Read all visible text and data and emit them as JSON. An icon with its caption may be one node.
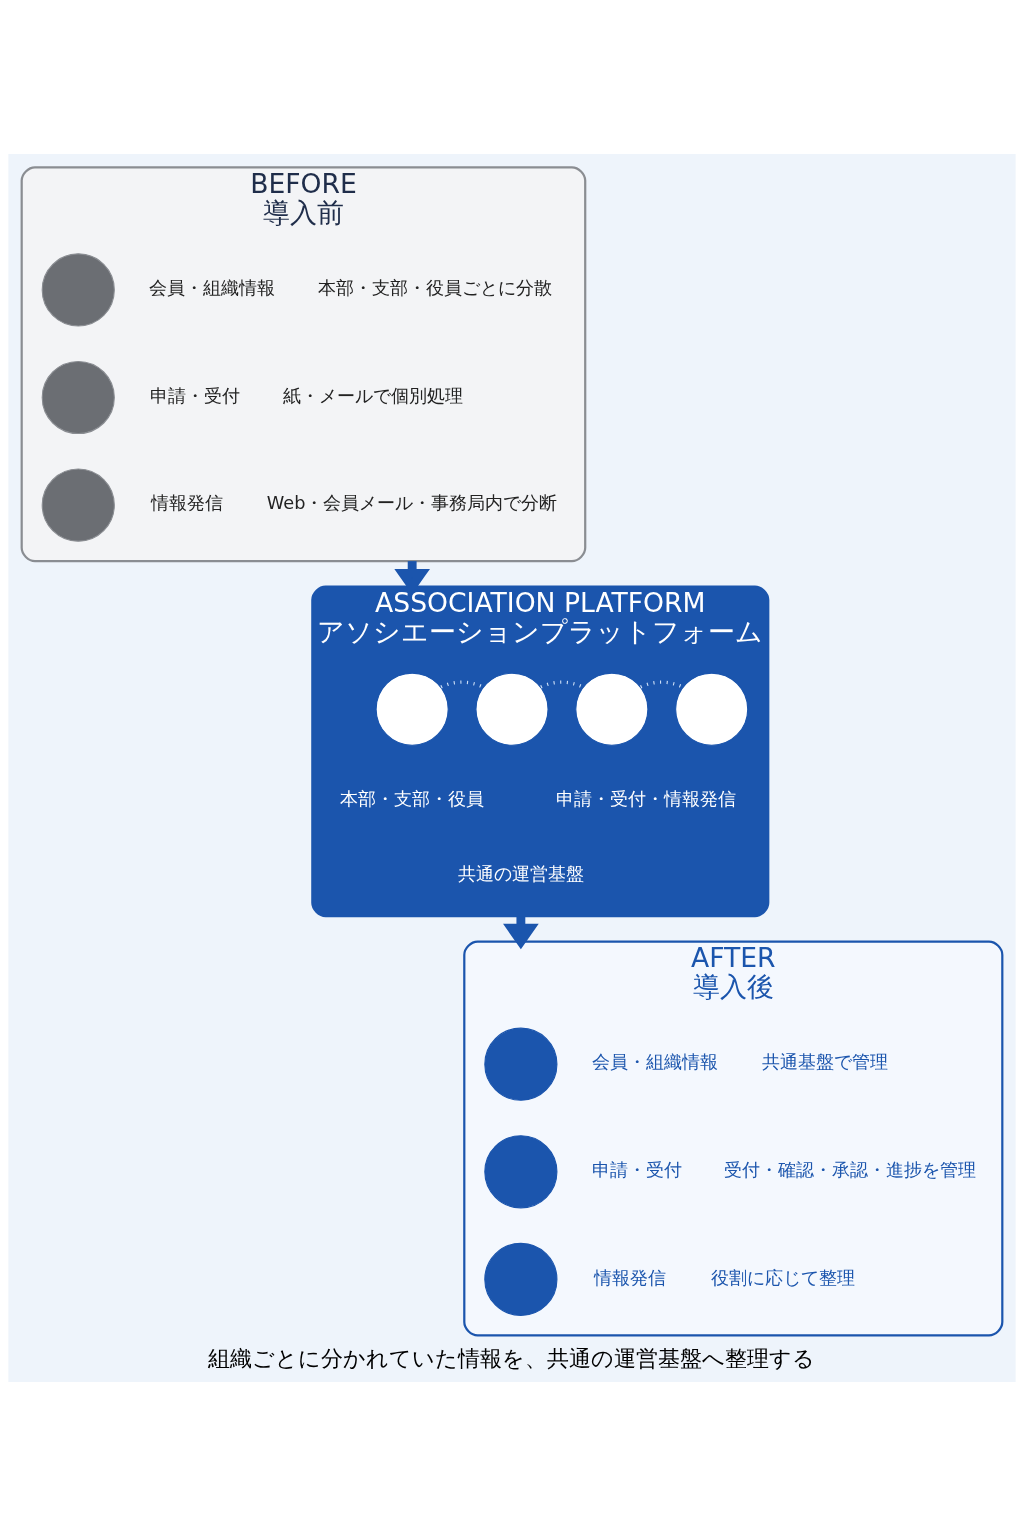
{
  "diagram": {
    "caption": "組織ごとに分かれていた情報を、共通の運営基盤へ整理する",
    "nodes": [
      {
        "text": [
          "BEFORE",
          "導入前"
        ]
      },
      {
        "text": [],
        "shape": "circle",
        "in": 0
      },
      {
        "text": [
          "会員・組織情報"
        ],
        "in": 0
      },
      {
        "text": [
          "本部・支部・役員ごとに分散"
        ],
        "in": 0
      },
      {
        "text": [],
        "shape": "circle",
        "in": 0
      },
      {
        "text": [
          "申請・受付"
        ],
        "in": 0
      },
      {
        "text": [
          "紙・メールで個別処理"
        ],
        "in": 0
      },
      {
        "text": [],
        "shape": "circle",
        "in": 0
      },
      {
        "text": [
          "情報発信"
        ],
        "in": 0
      },
      {
        "text": [
          "Web・会員メール・事務局内で分断"
        ],
        "in": 0
      },
      {
        "text": [
          "ASSOCIATION PLATFORM",
          "アソシエーションプラットフォーム"
        ]
      },
      {
        "text": [],
        "shape": "circle",
        "in": 10,
        "beside": [
          "本部・支部・役員"
        ]
      },
      {
        "text": [],
        "shape": "circle",
        "in": 10,
        "beside": [
          "申請・受付・情報発信"
        ]
      },
      {
        "text": [],
        "shape": "circle",
        "in": 10
      },
      {
        "text": [],
        "shape": "circle",
        "in": 10
      },
      {
        "text": [
          "共通の運営基盤"
        ],
        "in": 10
      },
      {
        "text": [
          "AFTER",
          "導入後"
        ]
      },
      {
        "text": [],
        "shape": "circle",
        "in": 16
      },
      {
        "text": [
          "会員・組織情報"
        ],
        "in": 16
      },
      {
        "text": [
          "共通基盤で管理"
        ],
        "in": 16
      },
      {
        "text": [],
        "shape": "circle",
        "in": 16
      },
      {
        "text": [
          "申請・受付"
        ],
        "in": 16
      },
      {
        "text": [
          "受付・確認・承認・進捗を管理"
        ],
        "in": 16
      },
      {
        "text": [],
        "shape": "circle",
        "in": 16
      },
      {
        "text": [
          "情報発信"
        ],
        "in": 16
      },
      {
        "text": [
          "役割に応じて整理"
        ],
        "in": 16
      }
    ],
    "edges": [
      {
        "from": 0,
        "to": 10,
        "arrow": "to",
        "style": "thick",
        "color": "#1b55ad"
      },
      {
        "from": 11,
        "to": 12,
        "arrow": "none",
        "style": "dashed"
      },
      {
        "from": 12,
        "to": 13,
        "arrow": "none",
        "style": "dashed"
      },
      {
        "from": 13,
        "to": 14,
        "arrow": "none",
        "style": "dashed"
      },
      {
        "from": 10,
        "to": 16,
        "arrow": "to",
        "style": "thick",
        "color": "#1b55ad"
      }
    ]
  }
}
